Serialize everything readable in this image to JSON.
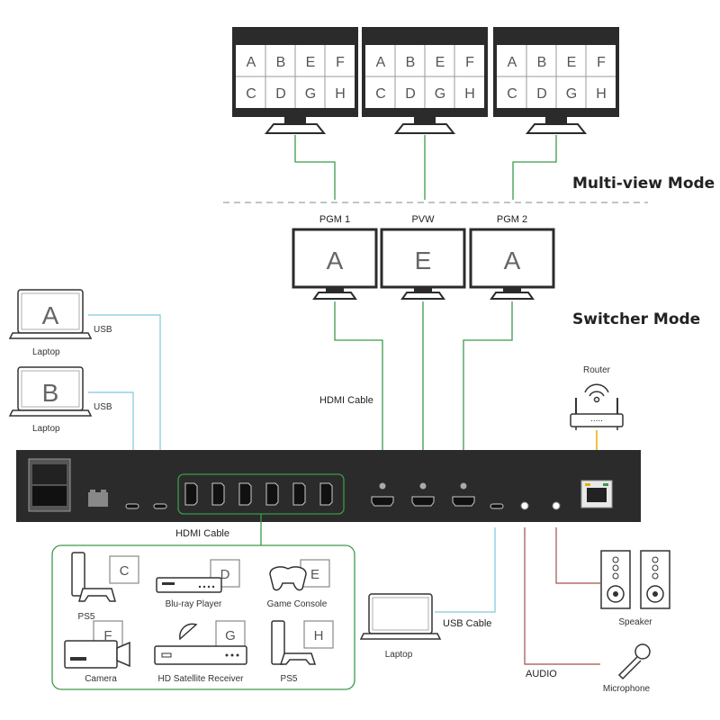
{
  "modes": {
    "multiview": "Multi-view Mode",
    "switcher": "Switcher Mode"
  },
  "multiview_grid": [
    [
      "A",
      "B",
      "E",
      "F"
    ],
    [
      "C",
      "D",
      "G",
      "H"
    ]
  ],
  "outputs": [
    {
      "label": "PGM 1",
      "letter": "A"
    },
    {
      "label": "PVW",
      "letter": "E"
    },
    {
      "label": "PGM 2",
      "letter": "A"
    }
  ],
  "laptops": [
    {
      "letter": "A",
      "caption": "Laptop",
      "conn": "USB"
    },
    {
      "letter": "B",
      "caption": "Laptop",
      "conn": "USB"
    }
  ],
  "router": {
    "label": "Router",
    "dots": "....."
  },
  "cables": {
    "hdmi_out": "HDMI Cable",
    "hdmi_in": "HDMI Cable",
    "usb": "USB Cable",
    "audio": "AUDIO"
  },
  "sources": [
    {
      "tag": "C",
      "caption": "PS5"
    },
    {
      "tag": "D",
      "caption": "Blu-ray Player"
    },
    {
      "tag": "E",
      "caption": "Game Console"
    },
    {
      "tag": "F",
      "caption": "Camera"
    },
    {
      "tag": "G",
      "caption": "HD Satellite Receiver"
    },
    {
      "tag": "H",
      "caption": "PS5"
    }
  ],
  "peripherals": {
    "laptop": "Laptop",
    "speaker": "Speaker",
    "microphone": "Microphone"
  },
  "colors": {
    "hdmi": "#3a9a4a",
    "usb": "#7ec8dc",
    "audio": "#a0524a",
    "device": "#2b2b2b"
  }
}
